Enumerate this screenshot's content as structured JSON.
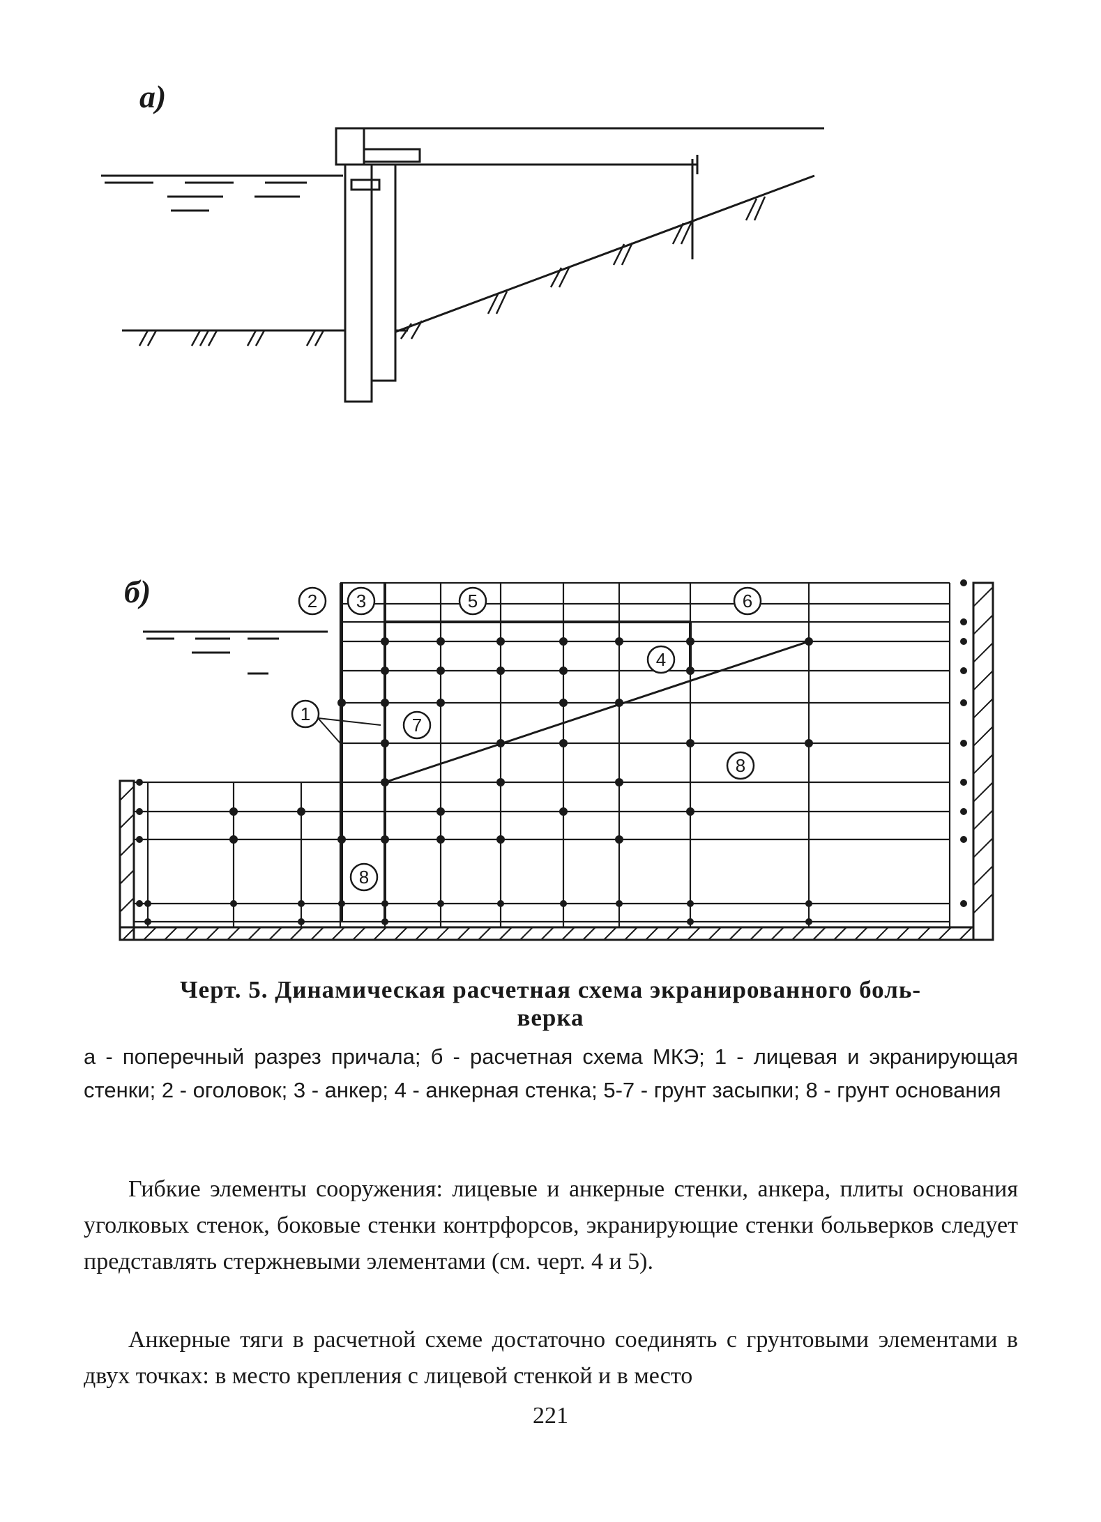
{
  "figure": {
    "panel_a_label": "а)",
    "panel_b_label": "б)",
    "node_labels": {
      "n1": "1",
      "n2": "2",
      "n3": "3",
      "n4": "4",
      "n5": "5",
      "n6": "6",
      "n7": "7",
      "n8a": "8",
      "n8b": "8"
    }
  },
  "caption": {
    "title_line1": "Черт. 5. Динамическая расчетная схема экранированного боль-",
    "title_line2": "верка",
    "description": "а - поперечный разрез причала; б - расчетная схема МКЭ; 1 - лицевая и экранирующая стенки; 2 - оголовок; 3 - анкер; 4 - анкерная стенка; 5-7 - грунт засыпки; 8 - грунт основания"
  },
  "body": {
    "paragraph1": "Гибкие элементы сооружения: лицевые и анкерные стенки, анкера, плиты основания уголковых стенок, боковые стенки контрфорсов, экранирующие стенки больверков следует представлять стержневыми элементами (см. черт. 4 и 5).",
    "paragraph2": "Анкерные тяги в расчетной схеме достаточно соединять с грунтовыми элементами в двух точках: в место крепления с лицевой стенкой и в место"
  },
  "page_number": "221"
}
